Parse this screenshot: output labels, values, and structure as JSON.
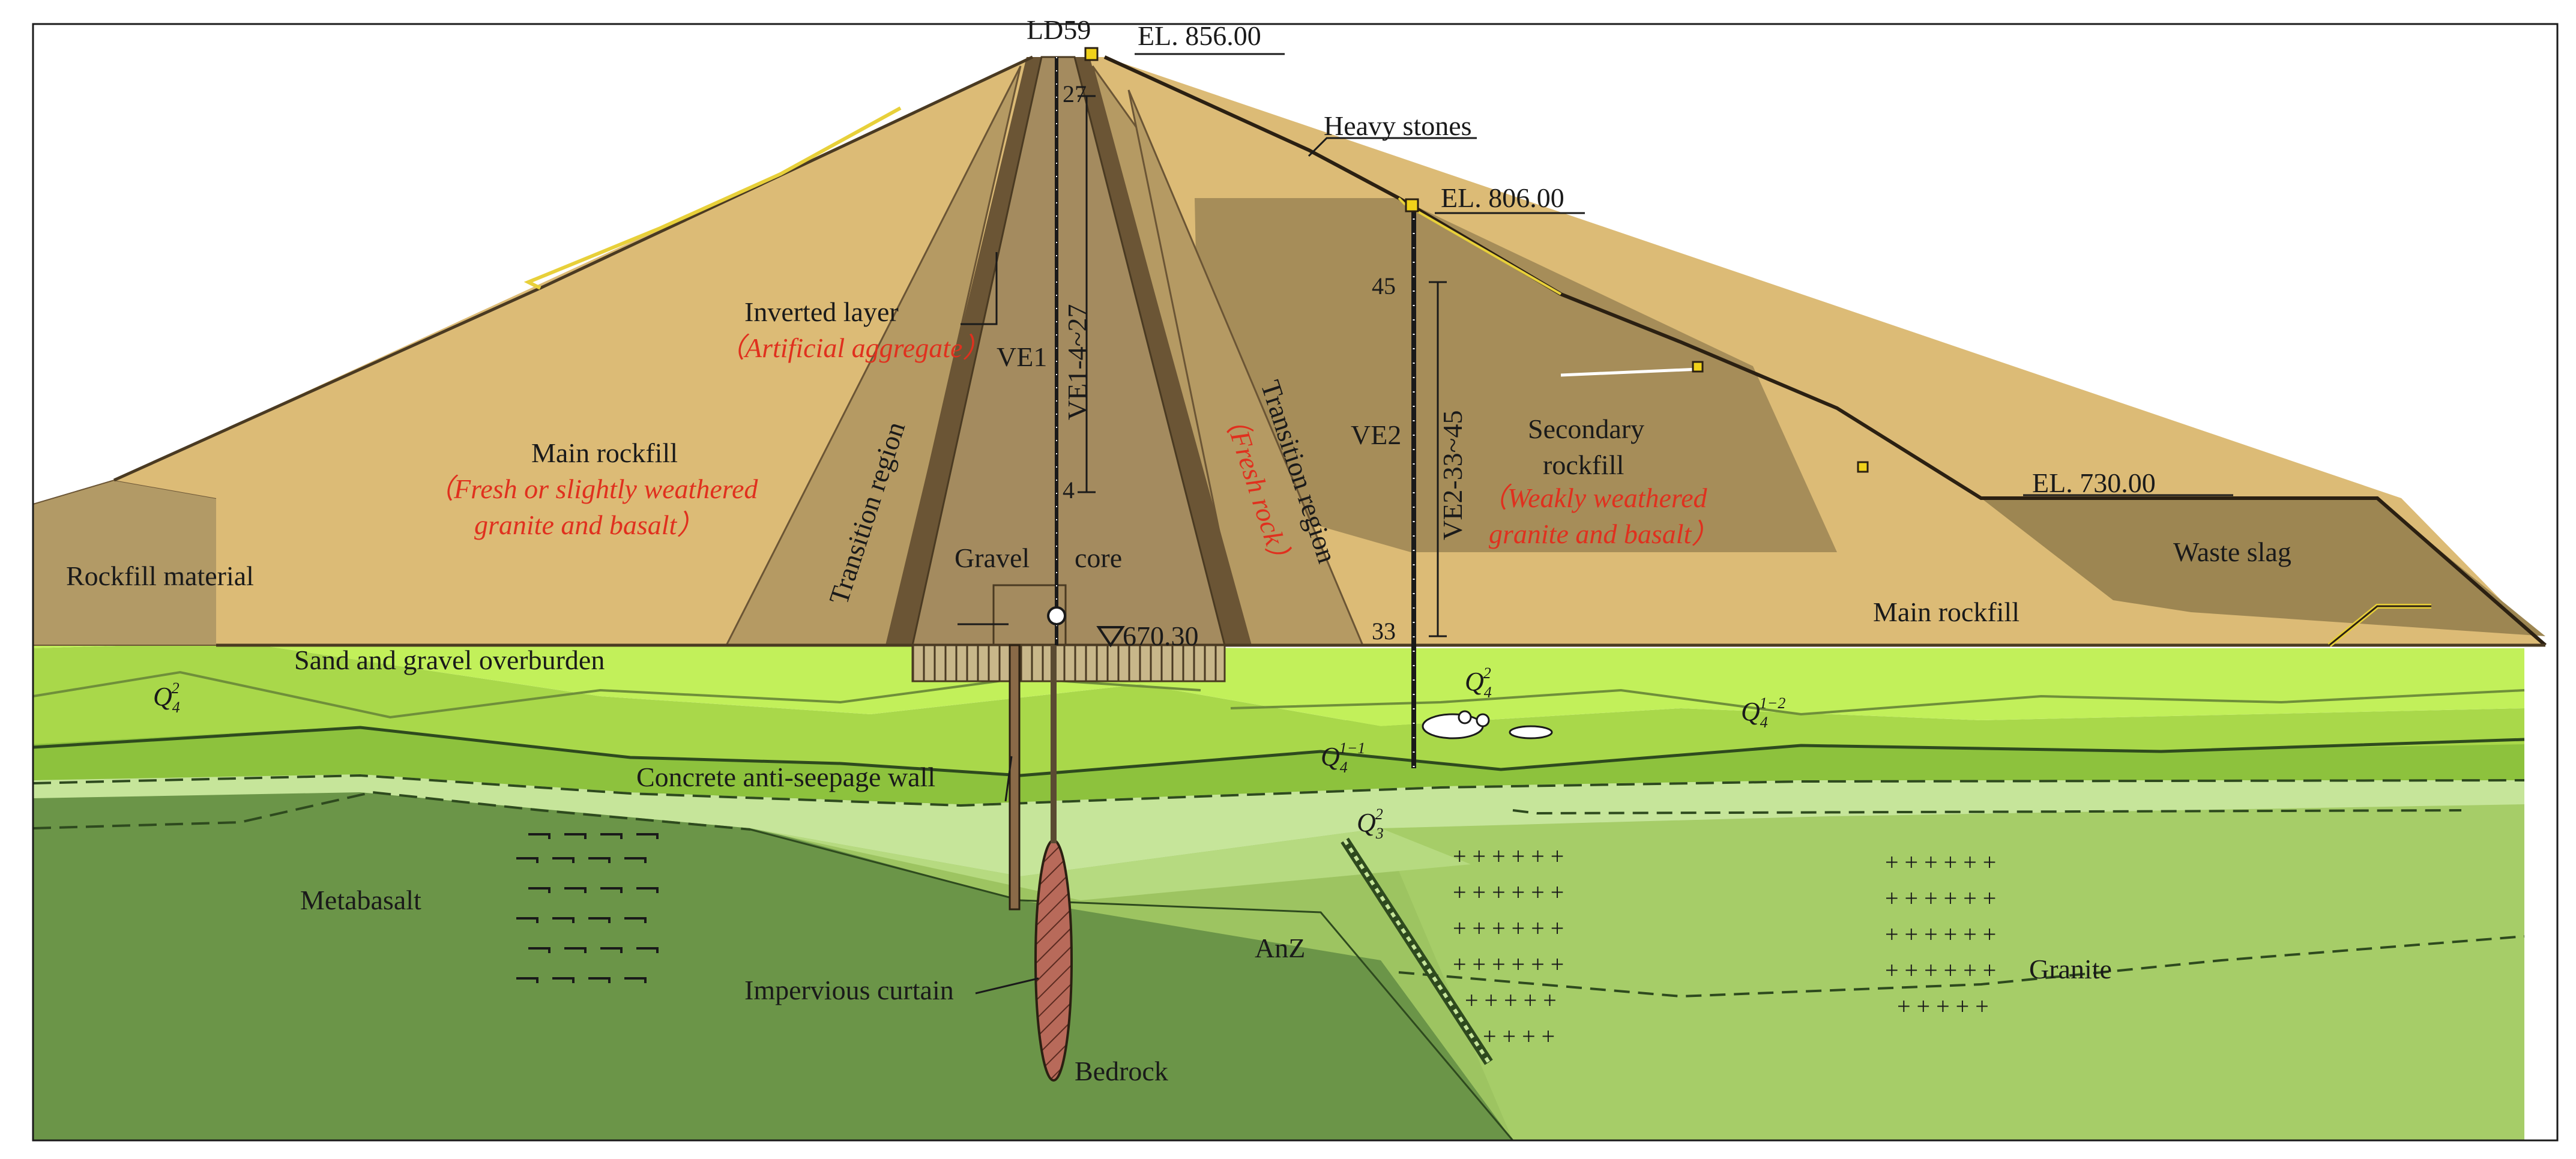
{
  "labels": {
    "crest_point": "LD59",
    "el_crest": "EL. 856.00",
    "el_berm": "EL. 806.00",
    "el_slag": "EL. 730.00",
    "el_core_base": "670.30",
    "heavy_stones": "Heavy stones",
    "inverted_layer": "Inverted layer",
    "inverted_layer_note": "（Artificial aggregate）",
    "main_rockfill_left": "Main rockfill",
    "main_rockfill_left_note1": "（Fresh or slightly weathered",
    "main_rockfill_left_note2": "granite and basalt）",
    "transition_left": "Transition region",
    "transition_right": "Transition region",
    "transition_right_note": "（Fresh rock）",
    "gravel": "Gravel",
    "core": "core",
    "secondary_rockfill1": "Secondary",
    "secondary_rockfill2": "rockfill",
    "secondary_note1": "（Weakly weathered",
    "secondary_note2": "granite and basalt）",
    "waste_slag": "Waste slag",
    "main_rockfill_right": "Main rockfill",
    "rockfill_material": "Rockfill material",
    "sand_gravel": "Sand and gravel overburden",
    "concrete_wall": "Concrete anti-seepage wall",
    "metabasalt": "Metabasalt",
    "impervious_curtain": "Impervious curtain",
    "bedrock": "Bedrock",
    "anz": "AnZ",
    "granite": "Granite",
    "q4_2a": "Q",
    "q4_2b": "Q",
    "q4_12": "Q",
    "q4_11": "Q",
    "q3_2": "Q",
    "sub4": "4",
    "sub3": "3",
    "sup2": "2",
    "sup12": "1−2",
    "sup11": "1−1"
  },
  "instruments": {
    "ve1_name": "VE1",
    "ve1_range": "VE1-4~27",
    "ve1_top": "27",
    "ve1_bottom": "4",
    "ve2_name": "VE2",
    "ve2_range": "VE2-33~45",
    "ve2_top": "45",
    "ve2_bottom": "33"
  },
  "colors": {
    "rockfill": "#dcbb76",
    "secondary": "#a68d59",
    "transition": "#b59a63",
    "core": "#a48b5f",
    "filter": "#6b5535",
    "waste_slag": "#9d8652",
    "overburden_bright": "#c2f05a",
    "overburden_mid": "#a9d84a",
    "overburden_dark": "#8dc23d",
    "layer_light": "#c6e59a",
    "granite_zone": "#9dc461",
    "bedrock": "#6b9548",
    "curtain": "#b86a5a",
    "label_red": "#e0301e"
  }
}
